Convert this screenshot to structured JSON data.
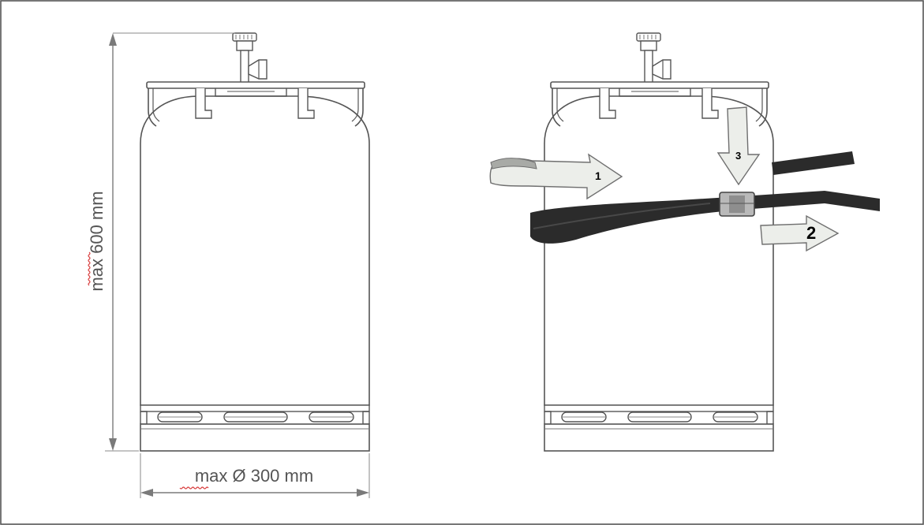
{
  "dimensions": {
    "height_label": "max 600 mm",
    "diameter_label": "max Ø 300 mm"
  },
  "steps": [
    {
      "label": "1"
    },
    {
      "label": "2"
    },
    {
      "label": "3"
    }
  ],
  "colors": {
    "frame": "#555555",
    "outline": "#555555",
    "arrow_fill": "#eceeea",
    "arrow_stroke": "#6f6f6f",
    "strap": "#2b2b2b",
    "strap_grey": "#555555",
    "buckle": "#b9b9b9",
    "dimension_line": "#7a7a7a",
    "text": "#555555"
  }
}
